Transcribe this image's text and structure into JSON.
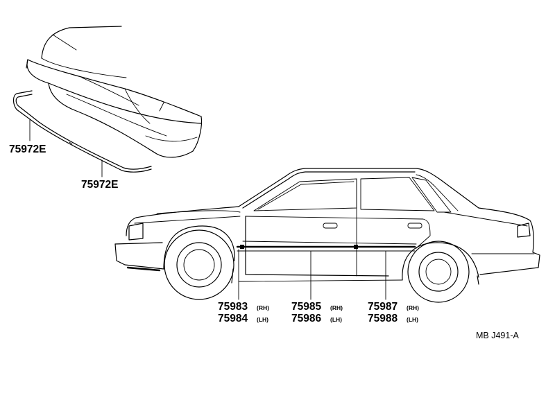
{
  "bumper_callouts": [
    {
      "part": "75972E"
    },
    {
      "part": "75972E"
    }
  ],
  "side_callouts": [
    {
      "part_rh": "75983",
      "side_rh": "(RH)",
      "part_lh": "75984",
      "side_lh": "(LH)"
    },
    {
      "part_rh": "75985",
      "side_rh": "(RH)",
      "part_lh": "75986",
      "side_lh": "(LH)"
    },
    {
      "part_rh": "75987",
      "side_rh": "(RH)",
      "part_lh": "75988",
      "side_lh": "(LH)"
    }
  ],
  "reference_code": "MB J491-A"
}
